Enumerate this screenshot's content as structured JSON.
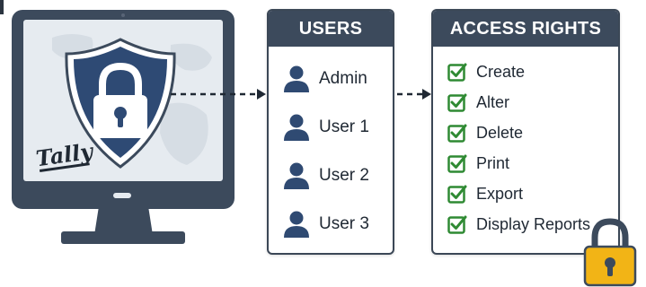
{
  "monitor": {
    "brand": "Tally"
  },
  "users_panel": {
    "title": "USERS",
    "items": [
      {
        "label": "Admin"
      },
      {
        "label": "User 1"
      },
      {
        "label": "User 2"
      },
      {
        "label": "User 3"
      }
    ]
  },
  "rights_panel": {
    "title": "ACCESS RIGHTS",
    "items": [
      {
        "label": "Create"
      },
      {
        "label": "Alter"
      },
      {
        "label": "Delete"
      },
      {
        "label": "Print"
      },
      {
        "label": "Export"
      },
      {
        "label": "Display Reports"
      }
    ]
  },
  "colors": {
    "navy": "#3c4a5c",
    "shield": "#2e4a74",
    "check": "#2f8a33",
    "lock_gold": "#f2b416",
    "user_icon": "#2f4a72"
  },
  "icons": {
    "shield": "shield-lock-icon",
    "user": "user-icon",
    "check": "checkbox-checked-icon",
    "padlock": "padlock-icon"
  }
}
